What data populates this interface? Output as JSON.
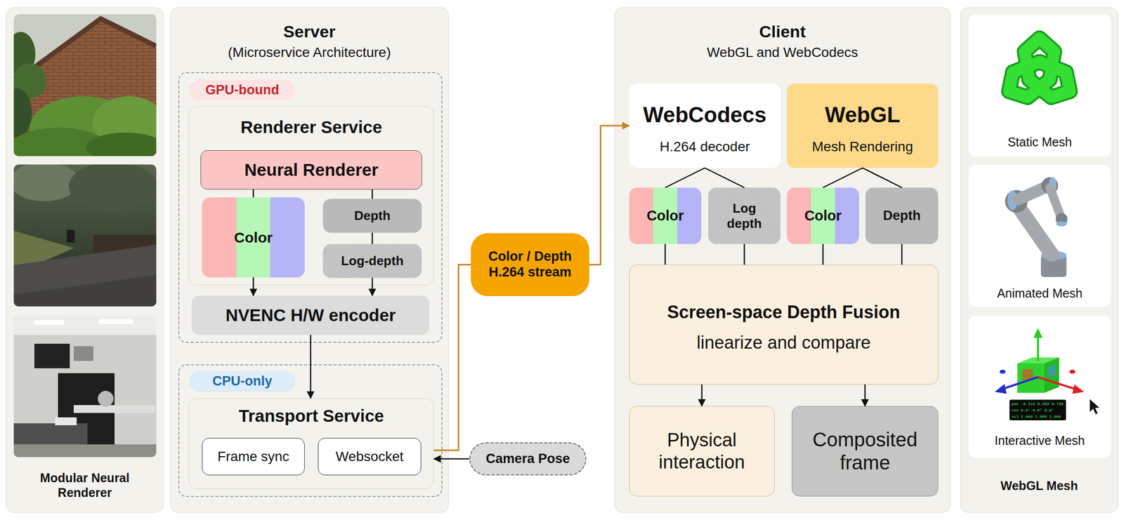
{
  "diagram": {
    "nodes": [
      {
        "text": [
          "Modular Neural Renderer"
        ]
      },
      {
        "text": [
          "Server",
          "(Microservice Architecture)"
        ]
      },
      {
        "text": [
          "GPU-bound"
        ],
        "in": 1
      },
      {
        "text": [
          "Renderer Service"
        ],
        "in": 2
      },
      {
        "text": [
          "Neural Renderer"
        ],
        "in": 3
      },
      {
        "text": [
          "Color"
        ],
        "in": 3
      },
      {
        "text": [
          "Depth"
        ],
        "in": 3
      },
      {
        "text": [
          "Log-depth"
        ],
        "in": 3
      },
      {
        "text": [
          "NVENC H/W encoder"
        ],
        "in": 2
      },
      {
        "text": [
          "CPU-only"
        ],
        "in": 1
      },
      {
        "text": [
          "Transport Service"
        ],
        "in": 9
      },
      {
        "text": [
          "Frame sync"
        ],
        "in": 10
      },
      {
        "text": [
          "Websocket"
        ],
        "in": 10
      },
      {
        "text": [
          "Color / Depth H.264 stream"
        ]
      },
      {
        "text": [
          "Camera Pose"
        ]
      },
      {
        "text": [
          "Client",
          "WebGL and WebCodecs"
        ]
      },
      {
        "text": [
          "WebCodecs",
          "H.264 decoder"
        ],
        "in": 15
      },
      {
        "text": [
          "WebGL",
          "Mesh Rendering"
        ],
        "in": 15
      },
      {
        "text": [
          "Color"
        ],
        "in": 15
      },
      {
        "text": [
          "Log depth"
        ],
        "in": 15
      },
      {
        "text": [
          "Color"
        ],
        "in": 15
      },
      {
        "text": [
          "Depth"
        ],
        "in": 15
      },
      {
        "text": [
          "Screen-space Depth Fusion",
          "linearize and compare"
        ],
        "in": 15
      },
      {
        "text": [
          "Physical interaction"
        ],
        "in": 15
      },
      {
        "text": [
          "Composited frame"
        ],
        "in": 15
      },
      {
        "text": [
          "WebGL Mesh"
        ]
      },
      {
        "text": [
          "Static Mesh"
        ],
        "in": 25
      },
      {
        "text": [
          "Animated Mesh"
        ],
        "in": 25
      },
      {
        "text": [
          "Interactive Mesh"
        ],
        "in": 25
      }
    ],
    "edges": [
      {
        "from": 4,
        "to": 5,
        "arrow": "none"
      },
      {
        "from": 4,
        "to": 6,
        "arrow": "none"
      },
      {
        "from": 6,
        "to": 7,
        "arrow": "none"
      },
      {
        "from": 5,
        "to": 8,
        "arrow": "to"
      },
      {
        "from": 7,
        "to": 8,
        "arrow": "to"
      },
      {
        "from": 8,
        "to": 10,
        "arrow": "to"
      },
      {
        "from": 10,
        "to": 13,
        "arrow": "none"
      },
      {
        "from": 13,
        "to": 16,
        "arrow": "to"
      },
      {
        "from": 14,
        "to": 10,
        "arrow": "to"
      },
      {
        "from": 16,
        "to": 18,
        "arrow": "none"
      },
      {
        "from": 16,
        "to": 19,
        "arrow": "none"
      },
      {
        "from": 17,
        "to": 20,
        "arrow": "none"
      },
      {
        "from": 17,
        "to": 21,
        "arrow": "none"
      },
      {
        "from": 18,
        "to": 22,
        "arrow": "none"
      },
      {
        "from": 19,
        "to": 22,
        "arrow": "none"
      },
      {
        "from": 20,
        "to": 22,
        "arrow": "none"
      },
      {
        "from": 21,
        "to": 22,
        "arrow": "none"
      },
      {
        "from": 22,
        "to": 23,
        "arrow": "to"
      },
      {
        "from": 22,
        "to": 24,
        "arrow": "to"
      }
    ],
    "labels": [
      "pos -0.314 0.262 0.738",
      "rot 0.0° 0.0° 0.0°",
      "scl 1.000 1.000 1.000"
    ]
  }
}
